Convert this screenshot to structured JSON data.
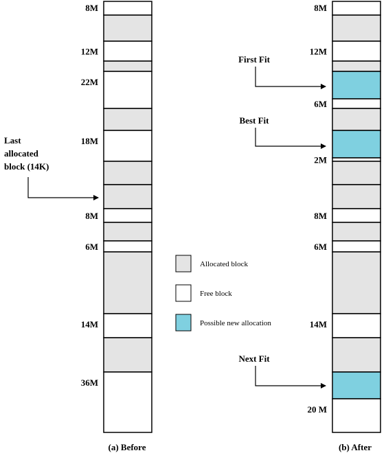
{
  "colors": {
    "allocated": "#e4e4e4",
    "free": "#ffffff",
    "new_allocation": "#7fd0e0",
    "border": "#000000",
    "separator": "#7a7a7a"
  },
  "before": {
    "caption": "(a) Before",
    "blocks": [
      {
        "type": "free",
        "label": "8M"
      },
      {
        "type": "allocated",
        "label": ""
      },
      {
        "type": "free",
        "label": "12M"
      },
      {
        "type": "allocated",
        "label": ""
      },
      {
        "type": "free",
        "label": "22M"
      },
      {
        "type": "allocated",
        "label": ""
      },
      {
        "type": "free",
        "label": "18M"
      },
      {
        "type": "allocated",
        "label": ""
      },
      {
        "type": "allocated",
        "label": ""
      },
      {
        "type": "free",
        "label": "8M"
      },
      {
        "type": "allocated",
        "label": ""
      },
      {
        "type": "free",
        "label": "6M"
      },
      {
        "type": "allocated",
        "label": ""
      },
      {
        "type": "free",
        "label": "14M"
      },
      {
        "type": "allocated",
        "label": ""
      },
      {
        "type": "free",
        "label": "36M"
      }
    ]
  },
  "after": {
    "caption": "(b) After",
    "blocks": [
      {
        "type": "free",
        "label": "8M"
      },
      {
        "type": "allocated",
        "label": ""
      },
      {
        "type": "free",
        "label": "12M"
      },
      {
        "type": "allocated",
        "label": ""
      },
      {
        "type": "new",
        "label": ""
      },
      {
        "type": "free",
        "label": "6M"
      },
      {
        "type": "allocated",
        "label": ""
      },
      {
        "type": "new",
        "label": ""
      },
      {
        "type": "free",
        "label": "2M"
      },
      {
        "type": "allocated",
        "label": ""
      },
      {
        "type": "allocated",
        "label": ""
      },
      {
        "type": "free",
        "label": "8M"
      },
      {
        "type": "allocated",
        "label": ""
      },
      {
        "type": "free",
        "label": "6M"
      },
      {
        "type": "allocated",
        "label": ""
      },
      {
        "type": "free",
        "label": "14M"
      },
      {
        "type": "allocated",
        "label": ""
      },
      {
        "type": "new",
        "label": ""
      },
      {
        "type": "free",
        "label": "20 M"
      }
    ]
  },
  "annotations": {
    "last_allocated": [
      "Last",
      "allocated",
      "block (14K)"
    ],
    "first_fit": "First Fit",
    "best_fit": "Best Fit",
    "next_fit": "Next Fit"
  },
  "legend": [
    {
      "type": "allocated",
      "label": "Allocated block"
    },
    {
      "type": "free",
      "label": "Free block"
    },
    {
      "type": "new",
      "label": "Possible new allocation"
    }
  ]
}
